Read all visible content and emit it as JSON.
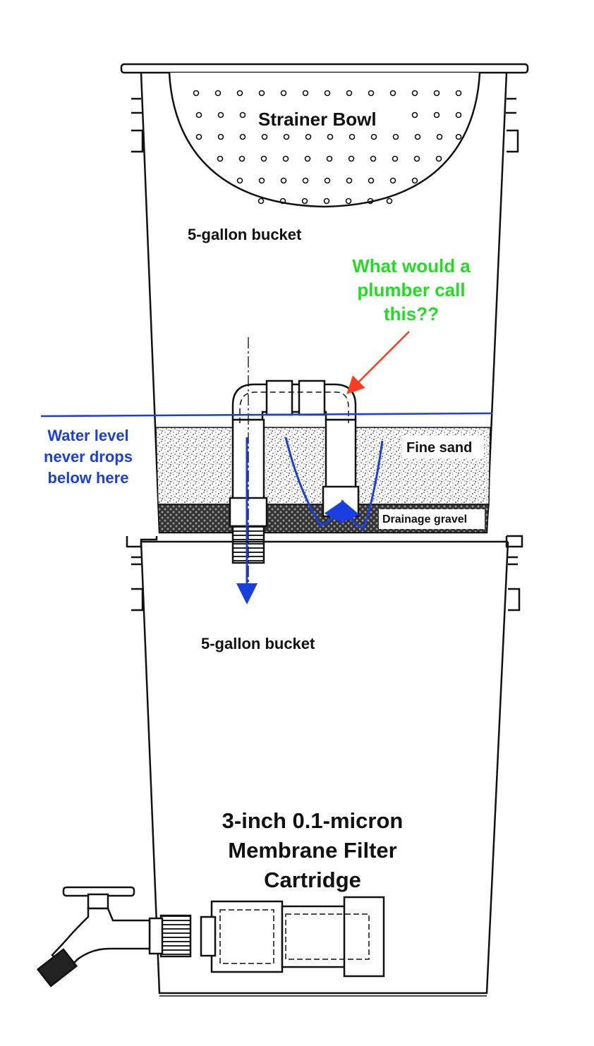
{
  "labels": {
    "strainer_bowl": "Strainer Bowl",
    "upper_bucket": "5-gallon bucket",
    "question": "What would a plumber call this??",
    "water_level": "Water level never drops below here",
    "fine_sand": "Fine sand",
    "drainage_gravel": "Drainage gravel",
    "lower_bucket": "5-gallon bucket",
    "membrane_filter": "3-inch 0.1-micron Membrane Filter Cartridge"
  },
  "colors": {
    "line": "#111111",
    "water": "#1a3fe0",
    "question_text": "#22dd22",
    "arrow": "#ff3b1f"
  }
}
